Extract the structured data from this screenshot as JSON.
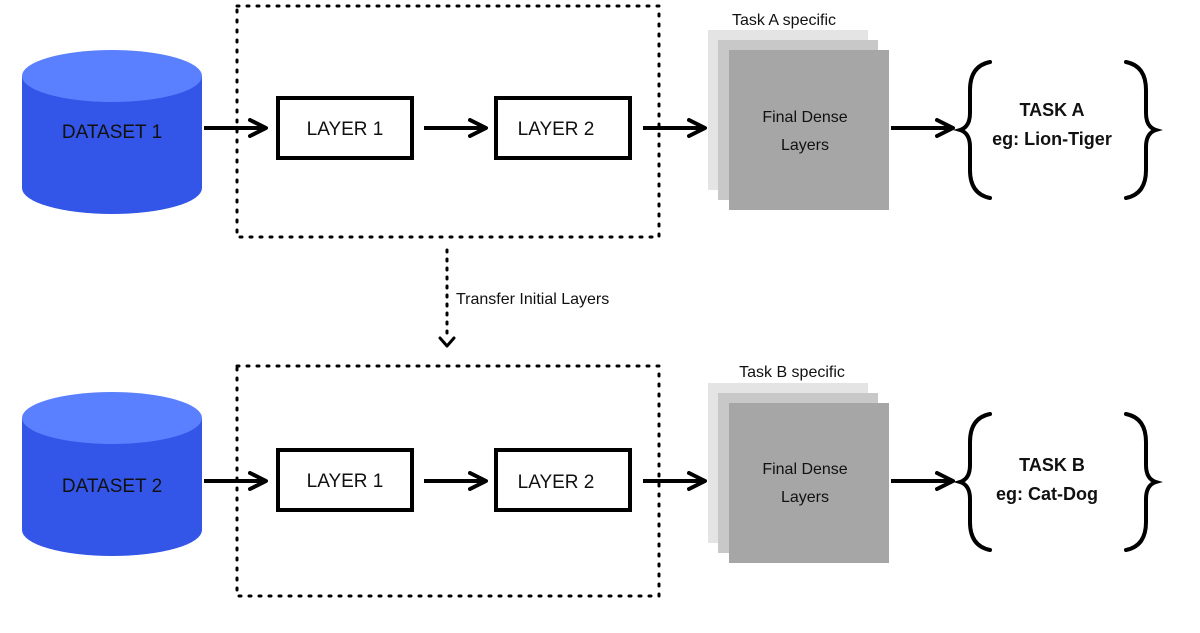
{
  "colors": {
    "cylinder_body": "#3355e8",
    "cylinder_top": "#5b80ff",
    "dense_front": "#a6a6a6",
    "dense_middle": "#c8c8c8",
    "dense_back": "#e4e4e4",
    "stroke": "#000000"
  },
  "transfer_label": "Transfer Initial Layers",
  "rows": [
    {
      "dataset": "DATASET 1",
      "layer1": "LAYER 1",
      "layer2": "LAYER 2",
      "specific_label": "Task A specific",
      "dense_line1": "Final Dense",
      "dense_line2": "Layers",
      "task_title": "TASK A",
      "task_example": "eg: Lion-Tiger"
    },
    {
      "dataset": "DATASET 2",
      "layer1": "LAYER 1",
      "layer2": "LAYER 2",
      "specific_label": "Task B specific",
      "dense_line1": "Final Dense",
      "dense_line2": "Layers",
      "task_title": "TASK B",
      "task_example": "eg: Cat-Dog"
    }
  ]
}
